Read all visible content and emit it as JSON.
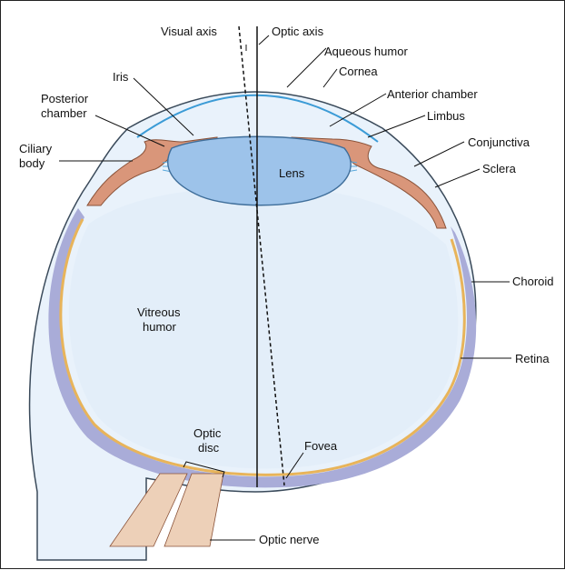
{
  "colors": {
    "sclera_fill": "#e9f2fb",
    "sclera_stroke": "#3a4a5a",
    "choroid": "#a9acd8",
    "retina": "#e8b45a",
    "ciliary_iris": "#d9967a",
    "ciliary_iris_stroke": "#8a5238",
    "lens": "#9dc3ea",
    "lens_stroke": "#3f6e9a",
    "cornea_line": "#3b9bd6",
    "zonule": "#58a8dc",
    "optic_nerve": "#edd0b8"
  },
  "labels": {
    "visual_axis": "Visual axis",
    "optic_axis": "Optic axis",
    "aqueous_humor": "Aqueous humor",
    "cornea": "Cornea",
    "anterior_chamber": "Anterior chamber",
    "limbus": "Limbus",
    "conjunctiva": "Conjunctiva",
    "sclera": "Sclera",
    "choroid": "Choroid",
    "retina": "Retina",
    "iris": "Iris",
    "posterior_chamber_line1": "Posterior",
    "posterior_chamber_line2": "chamber",
    "ciliary_body_line1": "Ciliary",
    "ciliary_body_line2": "body",
    "lens": "Lens",
    "vitreous_humor_line1": "Vitreous",
    "vitreous_humor_line2": "humor",
    "optic_disc_line1": "Optic",
    "optic_disc_line2": "disc",
    "fovea": "Fovea",
    "optic_nerve": "Optic nerve"
  }
}
